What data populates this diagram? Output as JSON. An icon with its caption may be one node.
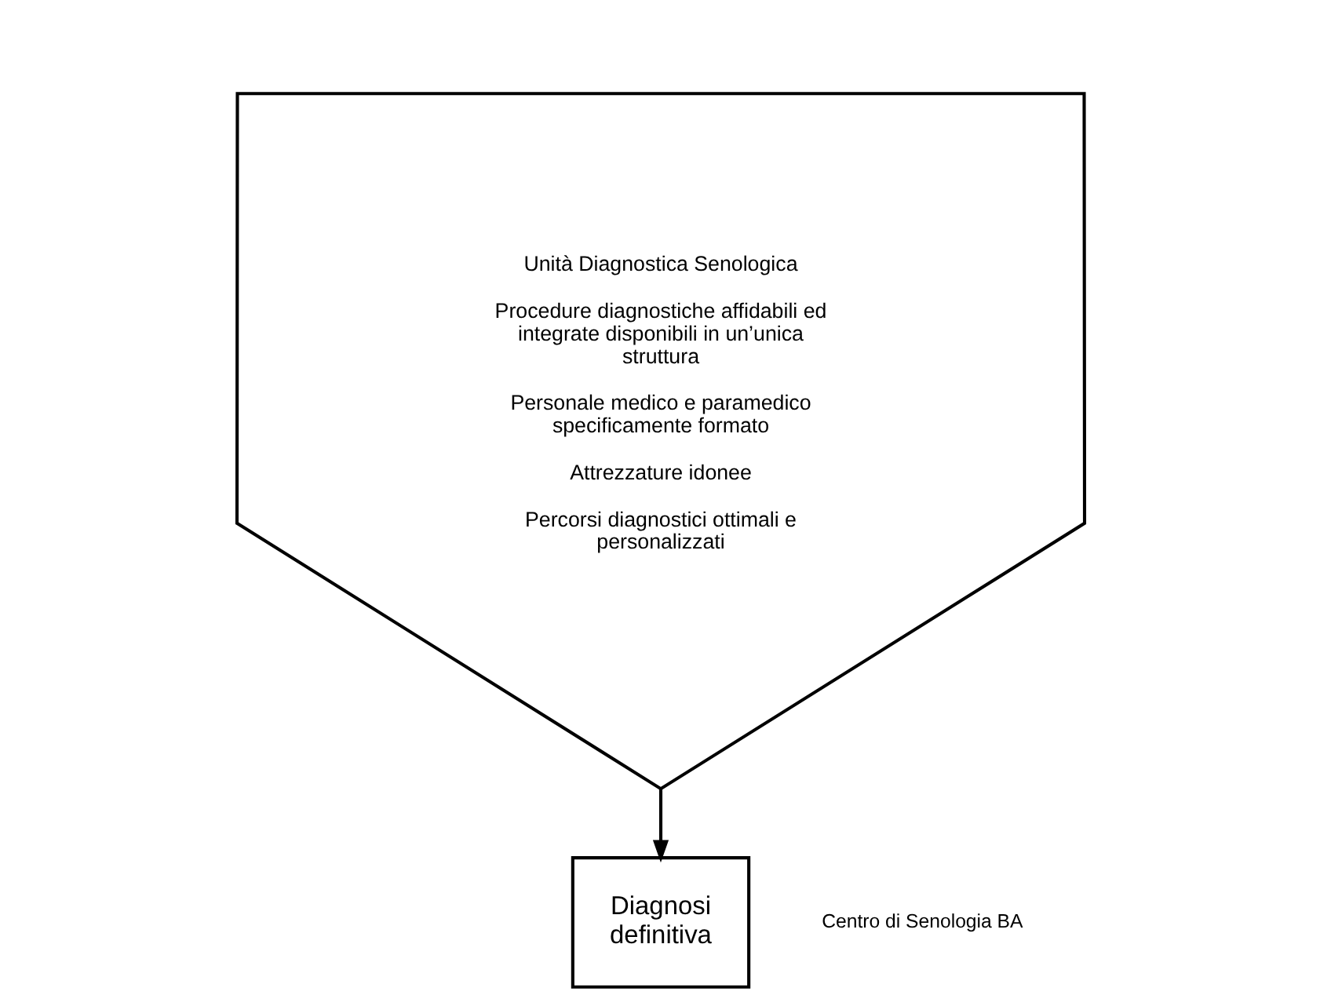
{
  "diagram": {
    "nodes": [
      {
        "text": [
          "Unità Diagnostica Senologica",
          "Procedure diagnostiche affidabili ed integrate disponibili in un’unica struttura",
          "Personale medico e paramedico specificamente formato",
          "Attrezzature idonee",
          "Percorsi diagnostici ottimali e personalizzati"
        ]
      },
      {
        "text": [
          "Diagnosi definitiva"
        ]
      }
    ],
    "edges": [
      {
        "from": 0,
        "to": 1,
        "arrow": "to"
      }
    ],
    "labels": [
      "Centro di Senologia BA"
    ]
  }
}
